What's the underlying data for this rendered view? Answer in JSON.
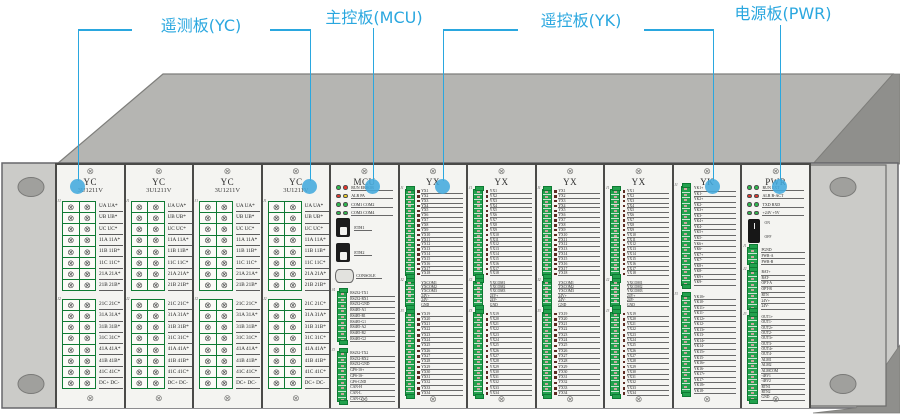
{
  "accent": "#2aa7df",
  "glyphs": {
    "terminal": "⊗",
    "screw": "⊗"
  },
  "annotations": {
    "yc": {
      "label": "遥测板(YC)"
    },
    "mcu": {
      "label": "主控板(MCU)"
    },
    "yk": {
      "label": "遥控板(YK)"
    },
    "pwr": {
      "label": "电源板(PWR)"
    }
  },
  "chassis_colors": {
    "top_face": "#b5b5b2",
    "side_face": "#8f8f8c",
    "front_panel": "#cbcbc8",
    "board_face": "#f4f4f1",
    "slot_border": "#4a4a48",
    "terminal_green": "#22a14d",
    "led_green": "#2db84d",
    "led_red": "#e8352b",
    "led_yellow": "#f5d327"
  },
  "led_colors": {
    "green": "#2db84d",
    "red": "#e8352b",
    "yellow": "#f5d327"
  },
  "slots": [
    "yc",
    "yc",
    "yc",
    "yc",
    "mcu",
    "yx",
    "yx",
    "yx",
    "yx",
    "yk",
    "pwr"
  ],
  "board_types": {
    "yc": {
      "name": "YC",
      "model": "3U1211V",
      "blocks": [
        {
          "conn": "J1",
          "rows": [
            "UA UA*",
            "UB UB*",
            "UC UC*",
            "11A 11A*",
            "11B 11B*",
            "11C 11C*",
            "21A 21A*",
            "21B 21B*"
          ]
        },
        {
          "conn": "J2",
          "rows": [
            "21C 21C*",
            "31A 31A*",
            "31B 31B*",
            "31C 31C*",
            "41A 41A*",
            "41B 41B*",
            "41C 41C*",
            "DC+ DC-"
          ]
        }
      ]
    },
    "mcu": {
      "name": "MCU",
      "leds": [
        {
          "colors": [
            "green",
            "red"
          ],
          "label": "RUN ERROR"
        },
        {
          "colors": [
            "red",
            "yellow"
          ],
          "label": "ALR PA"
        },
        {
          "colors": [
            "green",
            "green"
          ],
          "label": "COM1 COM2"
        },
        {
          "colors": [
            "green",
            "green"
          ],
          "label": "COM3 COM4"
        }
      ],
      "ports": [
        {
          "label": "ETH1"
        },
        {
          "label": "ETH2"
        }
      ],
      "console_label": "CONSOLE",
      "blocks": [
        {
          "conn": "J4",
          "rows": [
            "RS232-TX1",
            "RS232-RX1",
            "RS232-GND",
            "RS485-A1",
            "RS485-B1",
            "RS485-G1",
            "RS485-A2",
            "RS485-B2",
            "RS485-G2"
          ]
        },
        {
          "conn": "J3",
          "rows": [
            "RS232-TX2",
            "RS232-RX2",
            "RS232-GND",
            "GPS-1S+",
            "GPS-1S-",
            "GPS-GND",
            "CAN-H",
            "CAN-L",
            "CAN-G"
          ]
        }
      ]
    },
    "yx": {
      "name": "YX",
      "blocks": [
        {
          "conn": "J1",
          "leds": true,
          "rows": [
            "YX1",
            "YX2",
            "YX3",
            "YX4",
            "YX5",
            "YX6",
            "YX7",
            "YX8",
            "YX9",
            "YX10",
            "YX11",
            "YX12",
            "YX13",
            "YX14",
            "YX15",
            "YX16",
            "YX17",
            "YX18"
          ]
        },
        {
          "conn": "J2",
          "leds": false,
          "rows": [
            "YXCOM1",
            "YXCOM2",
            "YXCOM3",
            "24V+",
            "24V-",
            "GND"
          ]
        },
        {
          "conn": "J3",
          "leds": true,
          "rows": [
            "YX19",
            "YX20",
            "YX21",
            "YX22",
            "YX23",
            "YX24",
            "YX25",
            "YX26",
            "YX27",
            "YX28",
            "YX29",
            "YX30",
            "YX31",
            "YX32",
            "YX33",
            "YX34"
          ]
        }
      ]
    },
    "yk": {
      "name": "YK",
      "blocks": [
        {
          "conn": "J1",
          "rows": [
            "YK1+",
            "YK1-",
            "YK2+",
            "YK2-",
            "YK3+",
            "YK3-",
            "YK4+",
            "YK4-",
            "YK5+",
            "YK5-",
            "YK6+",
            "YK6-",
            "YK7+",
            "YK7-",
            "YK8+",
            "YK8-",
            "YK9+",
            "YK9-"
          ]
        },
        {
          "conn": "J3",
          "rows": [
            "YK10+",
            "YK10-",
            "YK11+",
            "YK11-",
            "YK12+",
            "YK12-",
            "YK13+",
            "YK13-",
            "YK14+",
            "YK14-",
            "YK15+",
            "YK15-",
            "YK16+",
            "YK16-",
            "YK17+",
            "YK17-",
            "YK18+",
            "YK18-"
          ]
        }
      ]
    },
    "pwr": {
      "name": "PWR",
      "leds": [
        {
          "colors": [
            "green",
            "green"
          ],
          "label": "RUN EXT"
        },
        {
          "colors": [
            "red",
            "red"
          ],
          "label": "ALR B-ACT"
        },
        {
          "colors": [
            "green",
            "green"
          ],
          "label": "TXD RXD"
        },
        {
          "colors": [
            "green",
            "green"
          ],
          "label": "+24V +5V"
        }
      ],
      "switch": {
        "on": "ON",
        "off": "OFF"
      },
      "blocks": [
        {
          "conn": "J1",
          "rows": [
            "PGND",
            "PWR-A",
            "PWR-B"
          ]
        },
        {
          "conn": "J2",
          "rows": [
            "BAT+",
            "BAT-",
            "OPT-A",
            "OPT-B",
            "RTN",
            "24V+",
            "24V-"
          ]
        },
        {
          "conn": "J3",
          "rows": [
            "OUT1+",
            "OUT1-",
            "OUT2+",
            "OUT2-",
            "OUT3+",
            "OUT3-",
            "OUT4+",
            "OUT4-",
            "ALM1",
            "ALM2",
            "ALMCOM",
            "-48V1",
            "-48V2",
            "RTN1",
            "RTN2",
            "GND"
          ]
        }
      ]
    }
  }
}
